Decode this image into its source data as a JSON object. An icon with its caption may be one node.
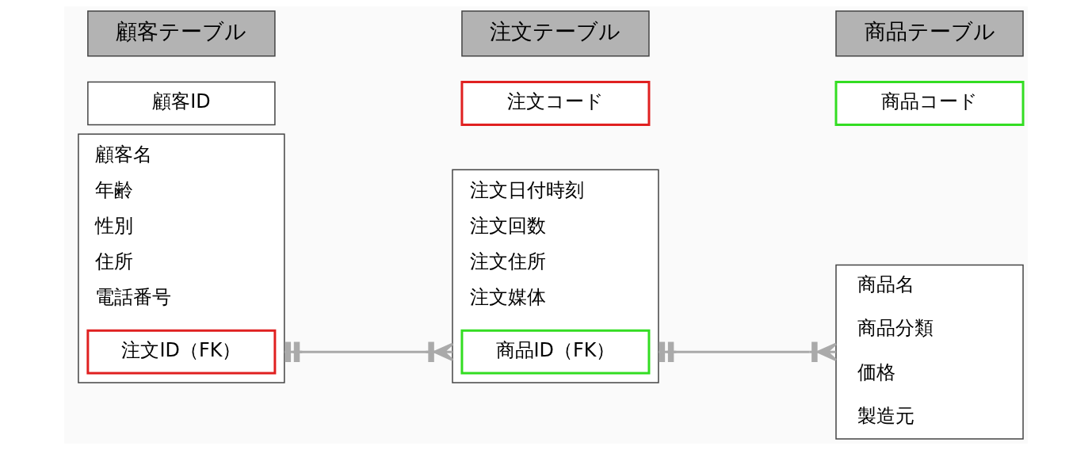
{
  "diagram": {
    "nodes": [
      {
        "text": [
          "顧客テーブル"
        ]
      },
      {
        "text": [
          "顧客ID"
        ]
      },
      {
        "text": [
          "顧客名",
          "年齢",
          "性別",
          "住所",
          "電話番号"
        ]
      },
      {
        "text": [
          "注文ID（FK）"
        ],
        "in": 2
      },
      {
        "text": [
          "注文テーブル"
        ]
      },
      {
        "text": [
          "注文コード"
        ]
      },
      {
        "text": [
          "注文日付時刻",
          "注文回数",
          "注文住所",
          "注文媒体"
        ]
      },
      {
        "text": [
          "商品ID（FK）"
        ],
        "in": 6
      },
      {
        "text": [
          "商品テーブル"
        ]
      },
      {
        "text": [
          "商品コード"
        ]
      },
      {
        "text": [
          "商品名",
          "商品分類",
          "価格",
          "製造元"
        ]
      }
    ],
    "edges": [
      {
        "from": 2,
        "to": 6,
        "arrow": "other"
      },
      {
        "from": 6,
        "to": 10,
        "arrow": "other"
      }
    ]
  }
}
